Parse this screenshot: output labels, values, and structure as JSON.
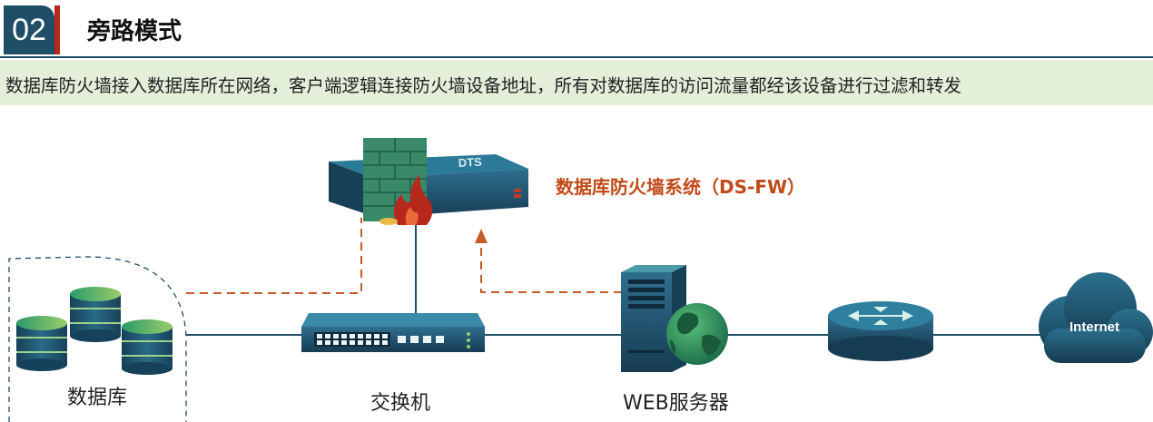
{
  "header": {
    "number": "02",
    "title": "旁路模式"
  },
  "description": "数据库防火墙接入数据库所在网络，客户端逻辑连接防火墙设备地址，所有对数据库的访问流量都经该设备进行过滤和转发",
  "diagram": {
    "firewall_label": "数据库防火墙系统（DS-FW）",
    "firewall_brand": "DTS",
    "cloud_text": "Internet",
    "nodes": {
      "database": "数据库",
      "switch": "交换机",
      "web_server": "WEB服务器"
    }
  },
  "colors": {
    "badge": "#1f4f67",
    "accent_red": "#b6271c",
    "desc_bg": "#e3efd9",
    "firewall_label": "#c24a18",
    "dashed_line": "#c75a2a",
    "link_line": "#1f4f67"
  }
}
